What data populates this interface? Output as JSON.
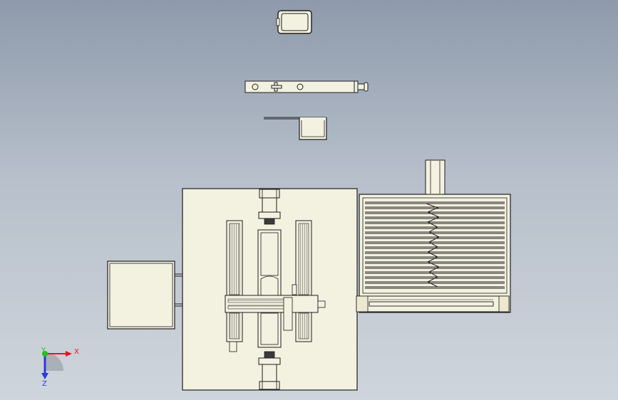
{
  "viewport": {
    "background_top": "#8e9aab",
    "background_bottom": "#cfd5dc",
    "part_fill": "#f3f1e0",
    "line_color": "#1e1e1e"
  },
  "triad": {
    "x_label": "X",
    "y_label": "Y",
    "z_label": "Z",
    "x_color": "#e8161b",
    "y_color": "#1ec21e",
    "z_color": "#2a3cd8"
  }
}
